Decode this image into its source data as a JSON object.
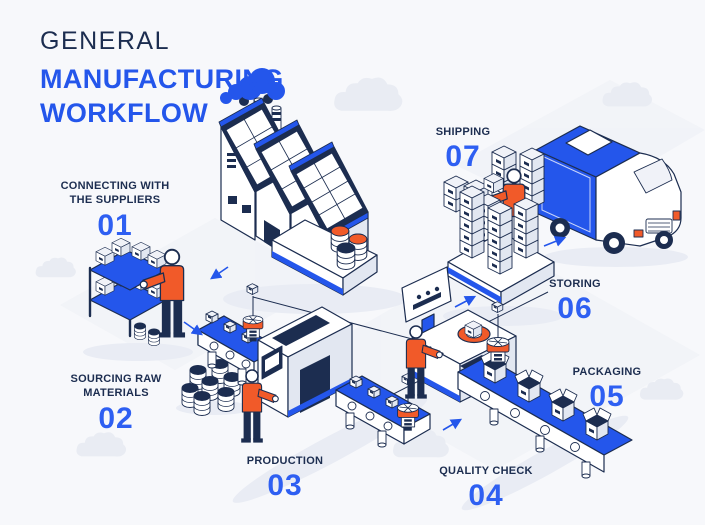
{
  "title": {
    "line1": "GENERAL",
    "line2": "MANUFACTURING",
    "line3": "WORKFLOW"
  },
  "steps": [
    {
      "number": "01",
      "label": "CONNECTING WITH\nTHE SUPPLIERS"
    },
    {
      "number": "02",
      "label": "SOURCING RAW\nMATERIALS"
    },
    {
      "number": "03",
      "label": "PRODUCTION"
    },
    {
      "number": "04",
      "label": "QUALITY CHECK"
    },
    {
      "number": "05",
      "label": "PACKAGING"
    },
    {
      "number": "06",
      "label": "STORING"
    },
    {
      "number": "07",
      "label": "SHIPPING"
    }
  ],
  "colors": {
    "background": "#f7f8fb",
    "accent": "#2456eb",
    "navy": "#1c2d50",
    "orange": "#f15a29",
    "number": "#2e5ff2",
    "cloud": "#e9ecf3"
  },
  "illustration": {
    "icons": [
      "cloud-icon",
      "factory-icon",
      "smoke-icon",
      "chimney-icon",
      "delivery-truck-icon",
      "supplier-shelf-icon",
      "worker-icon",
      "barrel-icon",
      "conveyor-belt-icon",
      "production-machine-icon",
      "overhead-rail-icon",
      "hanging-tool-icon",
      "display-board-icon",
      "quality-check-console-icon",
      "turntable-icon",
      "open-box-icon",
      "storage-pallet-icon",
      "storage-box-icon",
      "flow-arrow-icon"
    ]
  }
}
